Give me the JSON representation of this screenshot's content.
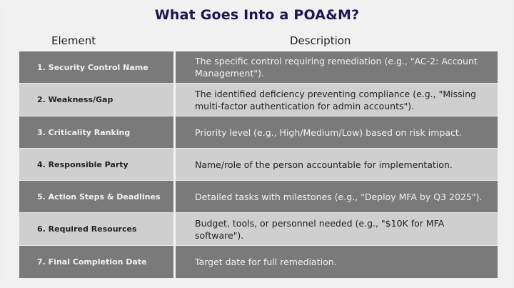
{
  "title": "What Goes Into a POA&M?",
  "table": {
    "headers": {
      "element": "Element",
      "description": "Description"
    },
    "rows": [
      {
        "element": "1. Security Control Name",
        "description": "The specific control requiring remediation (e.g., \"AC-2: Account Management\").",
        "shade": "dark"
      },
      {
        "element": "2. Weakness/Gap",
        "description": "The identified deficiency preventing compliance (e.g., \"Missing multi-factor authentication for admin accounts\").",
        "shade": "light"
      },
      {
        "element": "3. Criticality Ranking",
        "description": "Priority level (e.g., High/Medium/Low) based on risk impact.",
        "shade": "dark"
      },
      {
        "element": "4. Responsible Party",
        "description": "Name/role of the person accountable for implementation.",
        "shade": "light"
      },
      {
        "element": "5. Action Steps & Deadlines",
        "description": "Detailed tasks with milestones (e.g., \"Deploy MFA by Q3 2025\").",
        "shade": "dark"
      },
      {
        "element": "6. Required Resources",
        "description": "Budget, tools, or personnel needed (e.g., \"$10K for MFA software\").",
        "shade": "light"
      },
      {
        "element": "7. Final Completion Date",
        "description": "Target date for full remediation.",
        "shade": "dark"
      }
    ]
  },
  "colors": {
    "title": "#1a1650",
    "dark_row": "#7a7a7a",
    "light_row": "#cfcfcf",
    "background": "#f0f0f0"
  }
}
